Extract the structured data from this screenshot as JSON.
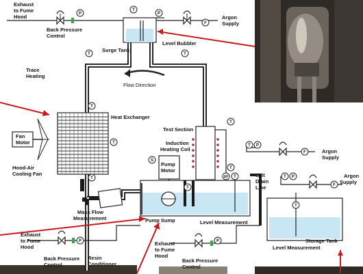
{
  "labels": {
    "exhaust_top": [
      "Exhaust",
      "to Fume",
      "Hood"
    ],
    "back_pressure_top": [
      "Back Pressure",
      "Control"
    ],
    "argon_supply_top": [
      "Argon",
      "Supply"
    ],
    "level_bubbler": "Level Bubbler",
    "surge_tank": "Surge Tank",
    "trace_heating": [
      "Trace",
      "Heating"
    ],
    "flow_direction": "Flow Direction",
    "heat_exchanger": "Heat Exchanger",
    "fan_motor": [
      "Fan",
      "Motor"
    ],
    "hood_air": [
      "Hood-Air",
      "Cooling Fan"
    ],
    "test_section": "Test Section",
    "induction_coil": [
      "Induction",
      "Heating Coil"
    ],
    "pump_motor": [
      "Pump",
      "Motor"
    ],
    "argon_supply_mid": [
      "Argon",
      "Supply"
    ],
    "argon_supply_right": [
      "Argon",
      "Supply"
    ],
    "salt_drain_line": [
      "Salt",
      "Drain",
      "Line"
    ],
    "mass_flow": [
      "Mass Flow",
      "Measurement"
    ],
    "pump_sump": "Pump Sump",
    "level_measurement_mid": "Level Measurement",
    "exhaust_bottom_left": [
      "Exhaust",
      "to Fume",
      "Hood"
    ],
    "back_pressure_bottom_left": [
      "Back Pressure",
      "Control"
    ],
    "resin_conditioner": [
      "Resin",
      "Conditioner"
    ],
    "exhaust_bottom_mid": [
      "Exhaust",
      "to Fume",
      "Hood"
    ],
    "back_pressure_bottom_mid": [
      "Back Pressure",
      "Control"
    ],
    "level_measurement_right": "Level Measurement",
    "storage_tank": "Storage Tank"
  },
  "symbols": {
    "temperature": "T",
    "pressure": "P",
    "flow": "F",
    "speed": "S",
    "differential_pressure": "ΔP"
  },
  "colors": {
    "pipe": "#1a1a1a",
    "salt": "#c9e6f4",
    "pointer": "#c8181e",
    "valve_green": "#3aa54a"
  }
}
